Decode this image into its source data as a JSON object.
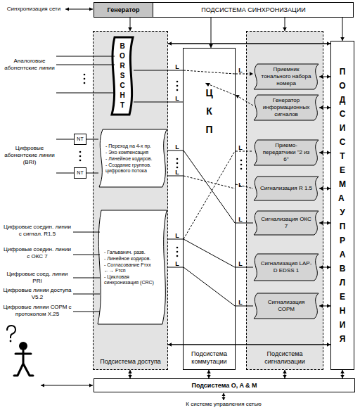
{
  "diagram": {
    "nodes": [
      {
        "text": [
          "ПОДСИСТЕМА СИНХРОНИЗАЦИИ"
        ]
      },
      {
        "text": [
          "Генератор"
        ],
        "in": 0
      },
      {
        "text": [
          "Подсистема доступа"
        ]
      },
      {
        "text": [
          "BORSCHT"
        ],
        "in": 2
      },
      {
        "text": [
          "- Переход на 4-х пр.",
          "- Эхо компенсация",
          "- Линейное кодиров.",
          "- Создание группов. цифрового потока"
        ],
        "in": 2
      },
      {
        "text": [
          "- Гальванич. разв.",
          "- Линейное кодиров.",
          "- Согласование Fтхх ←→ Fтсп",
          "- Цикловая синхронизация (CRC)"
        ],
        "in": 2
      },
      {
        "text": [
          "NT"
        ]
      },
      {
        "text": [
          "NT"
        ]
      },
      {
        "text": [
          "ЦКП",
          "Подсистема коммутации"
        ]
      },
      {
        "text": [
          "Подсистема сигнализации"
        ]
      },
      {
        "text": [
          "Приемник тонального набора номера"
        ],
        "in": 9
      },
      {
        "text": [
          "Генератор информационных сигналов"
        ],
        "in": 9
      },
      {
        "text": [
          "Приемо-передатчики \"2 из 6\""
        ],
        "in": 9
      },
      {
        "text": [
          "Сигнализация R 1.5"
        ],
        "in": 9
      },
      {
        "text": [
          "Сигнализация ОКС 7"
        ],
        "in": 9
      },
      {
        "text": [
          "Сигнализация LAP-D EDSS 1"
        ],
        "in": 9
      },
      {
        "text": [
          "Сигнализация СОРМ"
        ],
        "in": 9
      },
      {
        "text": [
          "ПОДСИСТЕМА УПРАВЛЕНИЯ"
        ]
      },
      {
        "text": [
          "Подсистема O, A & M"
        ]
      }
    ],
    "edges": [
      {
        "from": 0,
        "to": 2,
        "arrow": "to"
      },
      {
        "from": 0,
        "to": 8,
        "arrow": "to"
      },
      {
        "from": 0,
        "to": 9,
        "arrow": "to"
      },
      {
        "from": 0,
        "to": 17,
        "arrow": "to"
      },
      {
        "from": 2,
        "to": 17,
        "arrow": "both"
      },
      {
        "from": 2,
        "to": 17,
        "arrow": "both"
      },
      {
        "from": 10,
        "to": 17,
        "arrow": "both"
      },
      {
        "from": 11,
        "to": 17,
        "arrow": "both"
      },
      {
        "from": 12,
        "to": 17,
        "arrow": "both"
      },
      {
        "from": 13,
        "to": 17,
        "arrow": "both"
      },
      {
        "from": 14,
        "to": 17,
        "arrow": "both"
      },
      {
        "from": 15,
        "to": 17,
        "arrow": "both"
      },
      {
        "from": 16,
        "to": 17,
        "arrow": "both"
      },
      {
        "from": 8,
        "to": 10,
        "arrow": "to"
      },
      {
        "from": 11,
        "to": 8,
        "arrow": "to"
      },
      {
        "from": 8,
        "to": 12,
        "arrow": "none"
      },
      {
        "from": 8,
        "to": 13,
        "arrow": "none"
      },
      {
        "from": 8,
        "to": 14,
        "arrow": "none"
      },
      {
        "from": 8,
        "to": 15,
        "arrow": "none"
      },
      {
        "from": 8,
        "to": 16,
        "arrow": "none"
      },
      {
        "from": 2,
        "to": 18,
        "arrow": "both"
      },
      {
        "from": 8,
        "to": 18,
        "arrow": "both"
      },
      {
        "from": 9,
        "to": 18,
        "arrow": "both"
      },
      {
        "from": 17,
        "to": 18,
        "arrow": "both"
      },
      {
        "from": 6,
        "to": 4,
        "arrow": "none"
      },
      {
        "from": 7,
        "to": 4,
        "arrow": "none"
      },
      {
        "from": 3,
        "to": 8,
        "arrow": "none"
      },
      {
        "from": 3,
        "to": 8,
        "arrow": "none"
      },
      {
        "from": 4,
        "to": 8,
        "arrow": "none"
      },
      {
        "from": 4,
        "to": 8,
        "arrow": "none"
      },
      {
        "from": 5,
        "to": 8,
        "arrow": "none"
      },
      {
        "from": 5,
        "to": 8,
        "arrow": "none"
      }
    ],
    "labels": [
      "Синхронизация сети",
      "Аналоговые абонентские линии",
      "Цифровые абонентские линии (BRI)",
      "Цифровые соедин. линии с сигнал. R1.5",
      "Цифровые соедин. линии с ОКС 7",
      "Цифровые соед. линии PRI",
      "Цифровые линии доступа V5.2",
      "Цифровые линии СОРМ с протоколом X.25",
      "L",
      "L",
      "L",
      "L",
      "L",
      "L",
      "L",
      "L",
      "L",
      "L",
      "L",
      "L",
      "К системе управления сетью"
    ]
  }
}
